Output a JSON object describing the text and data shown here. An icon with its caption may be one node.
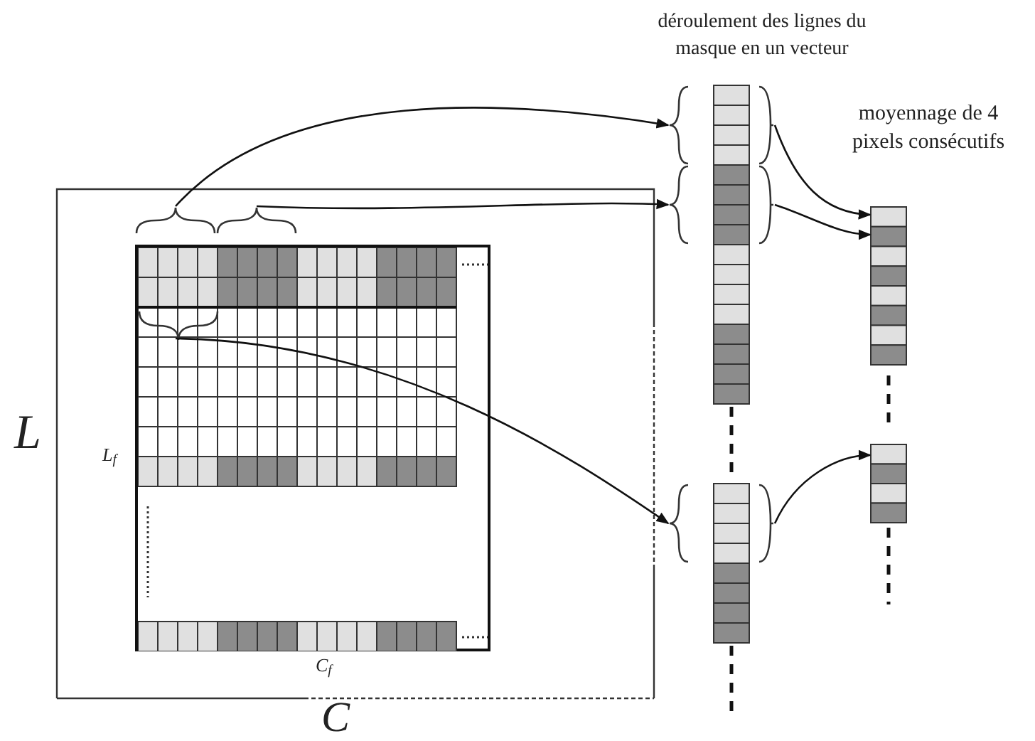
{
  "diagram": {
    "nodes": [
      {
        "text": [],
        "shape": "box"
      },
      {
        "text": [],
        "shape": "box",
        "in": 0
      },
      {
        "text": [],
        "shape": "brace",
        "in": 0
      },
      {
        "text": [],
        "shape": "brace",
        "in": 0
      },
      {
        "text": [],
        "shape": "brace",
        "in": 1
      },
      {
        "text": [],
        "shape": "brace"
      },
      {
        "text": [],
        "shape": "brace"
      },
      {
        "text": [],
        "shape": "brace"
      },
      {
        "text": [],
        "shape": "brace"
      },
      {
        "text": [],
        "shape": "brace"
      },
      {
        "text": [],
        "shape": "brace"
      },
      {
        "text": [],
        "shape": "bar"
      },
      {
        "text": [],
        "shape": "bar"
      }
    ],
    "edges": [
      {
        "from": 2,
        "to": 5,
        "arrow": "to"
      },
      {
        "from": 3,
        "to": 6,
        "arrow": "to"
      },
      {
        "from": 4,
        "to": 7,
        "arrow": "to"
      },
      {
        "from": 8,
        "to": 11,
        "arrow": "to"
      },
      {
        "from": 9,
        "to": 11,
        "arrow": "to"
      },
      {
        "from": 10,
        "to": 12,
        "arrow": "to"
      }
    ],
    "labels": [
      "déroulement des lignes du masque en un vecteur",
      "moyennage de 4 pixels consécutifs",
      "L",
      "L$_{f}$",
      "C$_{f}$",
      "C"
    ]
  }
}
